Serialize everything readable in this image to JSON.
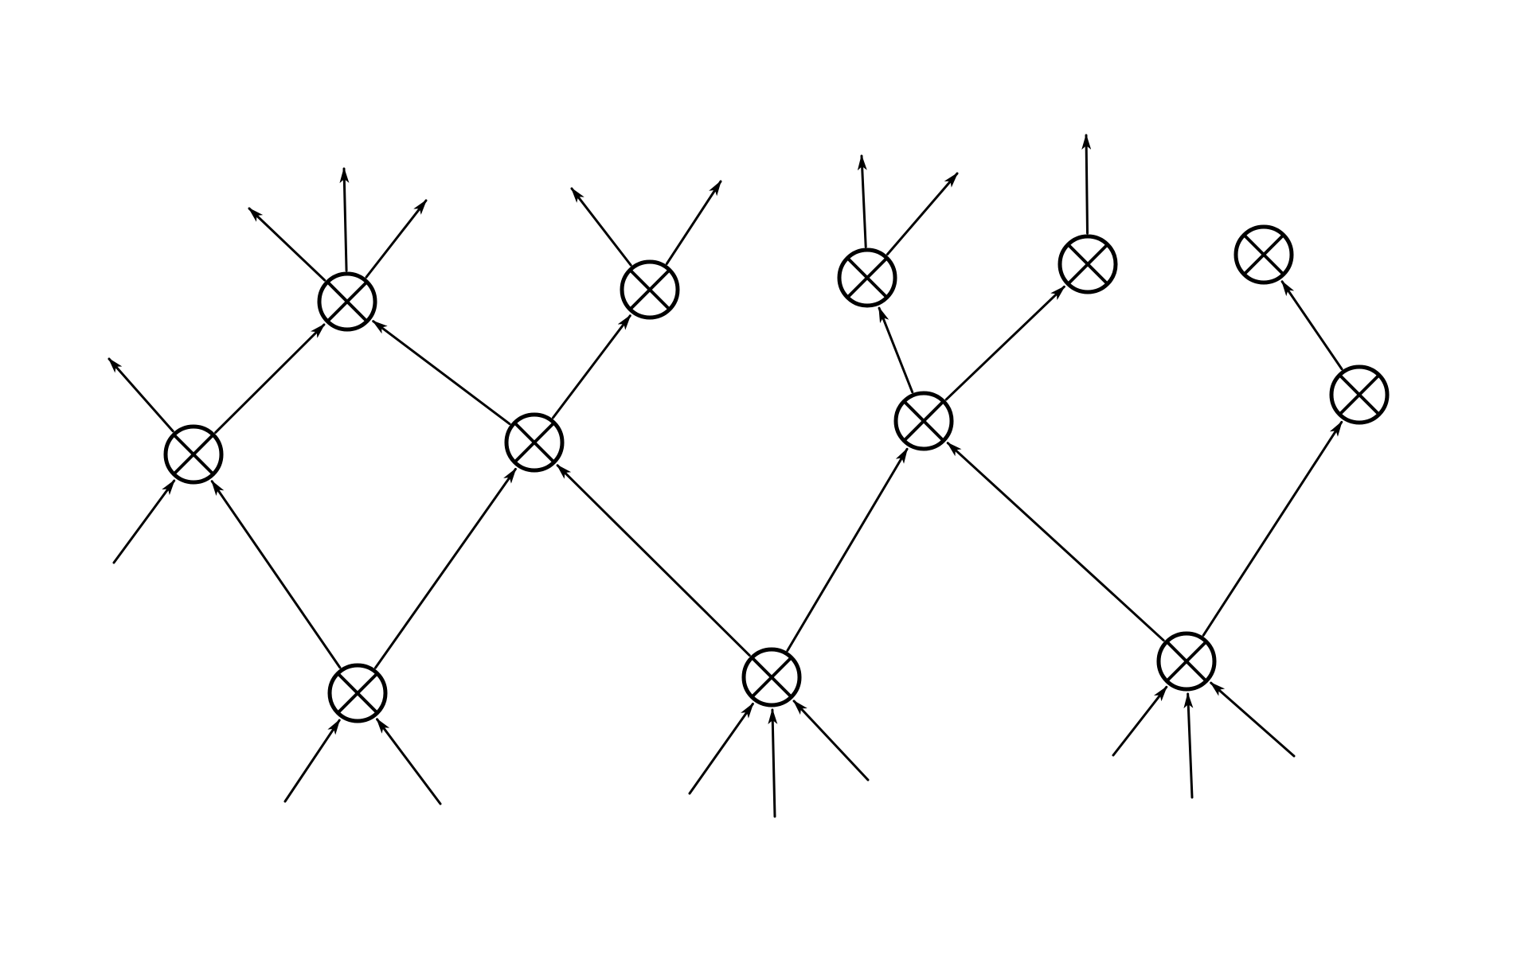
{
  "colors": {
    "background": "#ffffff",
    "ink": "#000000"
  },
  "diagram": {
    "node_symbol": "circle-cross-icon",
    "nodes": [
      {
        "id": "n1"
      },
      {
        "id": "n2"
      },
      {
        "id": "n3"
      },
      {
        "id": "n4"
      },
      {
        "id": "n5"
      },
      {
        "id": "n6"
      },
      {
        "id": "n7"
      },
      {
        "id": "n8"
      },
      {
        "id": "n9"
      },
      {
        "id": "n10"
      },
      {
        "id": "n11"
      },
      {
        "id": "n12"
      }
    ],
    "edges": [
      {
        "from": "n1",
        "to": "n2"
      },
      {
        "from": "n1",
        "to": "n3"
      },
      {
        "from": "n2",
        "to": "n4"
      },
      {
        "from": "n3",
        "to": "n4"
      },
      {
        "from": "n3",
        "to": "n5"
      },
      {
        "from": "n6",
        "to": "n3"
      },
      {
        "from": "n6",
        "to": "n7"
      },
      {
        "from": "n7",
        "to": "n8"
      },
      {
        "from": "n7",
        "to": "n9"
      },
      {
        "from": "n10",
        "to": "n7"
      },
      {
        "from": "n10",
        "to": "n11"
      },
      {
        "from": "n11",
        "to": "n12"
      }
    ],
    "dangling_inputs": [
      {
        "to": "n1",
        "count": 2
      },
      {
        "to": "n2",
        "count": 1
      },
      {
        "to": "n6",
        "count": 3
      },
      {
        "to": "n10",
        "count": 3
      }
    ],
    "dangling_outputs": [
      {
        "from": "n2",
        "count": 1
      },
      {
        "from": "n4",
        "count": 3
      },
      {
        "from": "n5",
        "count": 2
      },
      {
        "from": "n8",
        "count": 2
      },
      {
        "from": "n9",
        "count": 1
      }
    ]
  }
}
